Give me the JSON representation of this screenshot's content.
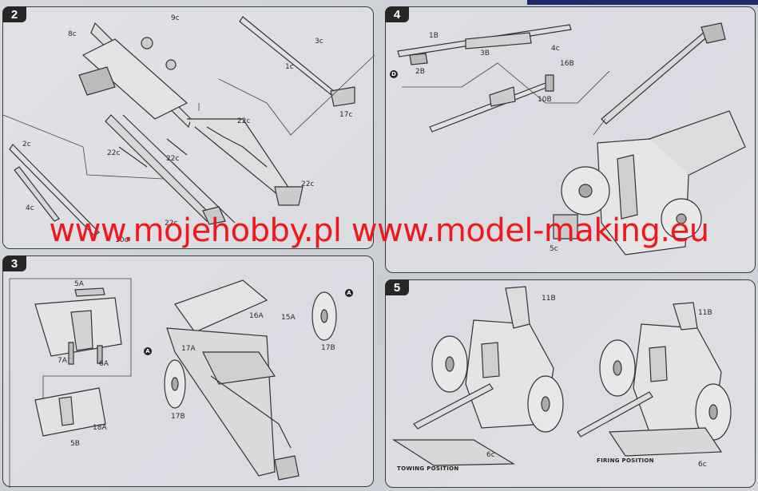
{
  "watermark": "www.mojehobby.pl www.model-making.eu",
  "panels": [
    {
      "step": "2",
      "labels": [
        "9c",
        "8c",
        "3c",
        "1c",
        "17c",
        "22c",
        "22c",
        "2c",
        "22c",
        "4c",
        "22c",
        "10c",
        "22c"
      ]
    },
    {
      "step": "4",
      "labels": [
        "1B",
        "3B",
        "2B",
        "4c",
        "16B",
        "10B",
        "5c"
      ],
      "marker": "D"
    },
    {
      "step": "3",
      "labels": [
        "5A",
        "7A",
        "6A",
        "5B",
        "18A",
        "16A",
        "15A",
        "17A",
        "17B",
        "17B"
      ],
      "marker": "A"
    },
    {
      "step": "5",
      "labels": [
        "11B",
        "11B",
        "6c",
        "6c"
      ],
      "captions": [
        "Towing position",
        "Firing position"
      ]
    }
  ]
}
